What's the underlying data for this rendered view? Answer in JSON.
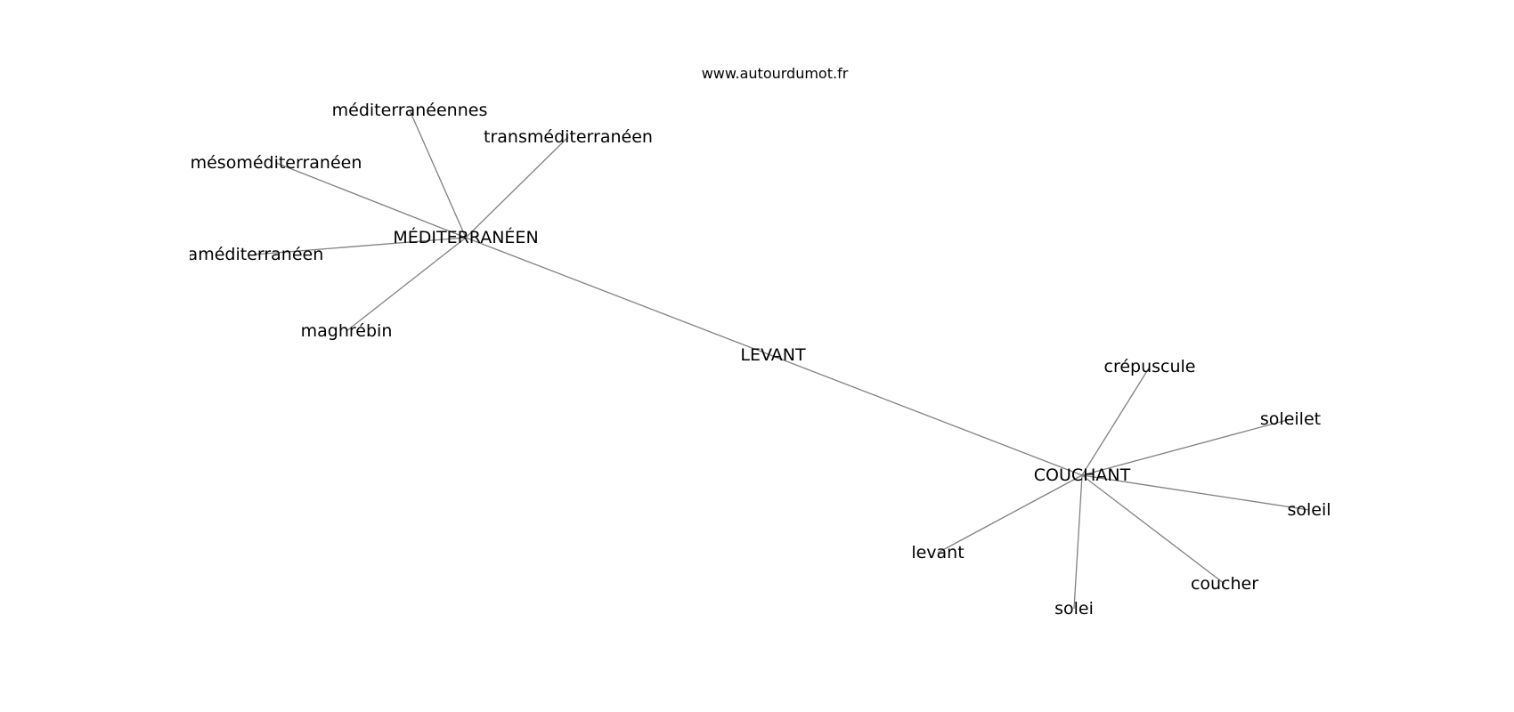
{
  "site": "www.autourdumot.fr",
  "graph": {
    "nodes": [
      {
        "id": "mediterraneen",
        "label": "MÉDITERRANÉEN"
      },
      {
        "id": "levant",
        "label": "LEVANT"
      },
      {
        "id": "couchant",
        "label": "COUCHANT"
      },
      {
        "id": "mediterraneennes",
        "label": "méditerranéennes"
      },
      {
        "id": "transmediterraneen",
        "label": "transméditerranéen"
      },
      {
        "id": "mesomediterraneen",
        "label": "mésoméditerranéen"
      },
      {
        "id": "circummediterraneen",
        "label": "raméditerranéen"
      },
      {
        "id": "maghrebin",
        "label": "maghrébin"
      },
      {
        "id": "crepuscule",
        "label": "crépuscule"
      },
      {
        "id": "soleilet",
        "label": "soleilet"
      },
      {
        "id": "soleil",
        "label": "soleil"
      },
      {
        "id": "coucher",
        "label": "coucher"
      },
      {
        "id": "solei",
        "label": "solei"
      },
      {
        "id": "levant_lc",
        "label": "levant"
      }
    ],
    "edges": [
      [
        "mediterraneen",
        "mediterraneennes"
      ],
      [
        "mediterraneen",
        "transmediterraneen"
      ],
      [
        "mediterraneen",
        "mesomediterraneen"
      ],
      [
        "mediterraneen",
        "circummediterraneen"
      ],
      [
        "mediterraneen",
        "maghrebin"
      ],
      [
        "mediterraneen",
        "couchant"
      ],
      [
        "couchant",
        "crepuscule"
      ],
      [
        "couchant",
        "soleilet"
      ],
      [
        "couchant",
        "soleil"
      ],
      [
        "couchant",
        "coucher"
      ],
      [
        "couchant",
        "solei"
      ],
      [
        "couchant",
        "levant_lc"
      ]
    ]
  }
}
